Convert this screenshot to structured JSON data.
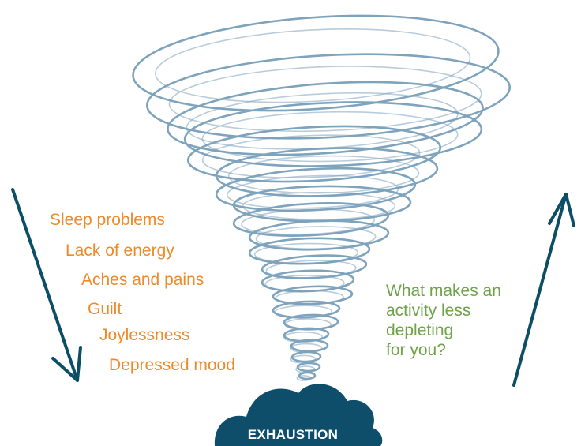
{
  "symptoms": [
    "Sleep problems",
    "Lack of energy",
    "Aches and pains",
    "Guilt",
    "Joylessness",
    "Depressed mood"
  ],
  "question_lines": [
    "What makes an",
    "activity less",
    "depleting",
    "for you?"
  ],
  "cloud_label": "EXHAUSTION",
  "colors": {
    "tornado": "#7ea3bd",
    "arrows": "#0c4e66",
    "cloud": "#0e4e6b",
    "symptom_text": "#ee8a2a",
    "question_text": "#6ea347"
  },
  "icons": {
    "down_arrow": "arrow-down-icon",
    "up_arrow": "arrow-up-icon",
    "tornado": "tornado-spiral",
    "cloud": "cloud-shape"
  }
}
